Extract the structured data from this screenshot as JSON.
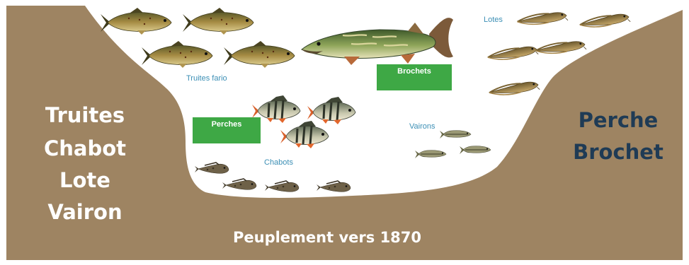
{
  "colors": {
    "bank": "#9e8462",
    "water": "#ffffff",
    "tag_green": "#3ea845",
    "left_text": "#ffffff",
    "right_text": "#1f3b55",
    "species_text": "#3c8fb5"
  },
  "left_bank": {
    "lines": [
      "Truites",
      "Chabot",
      "Lote",
      "Vairon"
    ]
  },
  "right_bank": {
    "lines": [
      "Perche",
      "Brochet"
    ]
  },
  "caption": "Peuplement vers 1870",
  "species_labels": {
    "lotes": "Lotes",
    "truites": "Truites fario",
    "vairons": "Vairons",
    "chabots": "Chabots"
  },
  "tags": {
    "brochets": "Brochets",
    "perches": "Perches"
  },
  "fish": {
    "trout": "brown-trout-icon",
    "pike": "pike-icon",
    "perch": "perch-icon",
    "burbot": "burbot-icon",
    "minnow": "minnow-icon",
    "sculpin": "sculpin-icon"
  }
}
